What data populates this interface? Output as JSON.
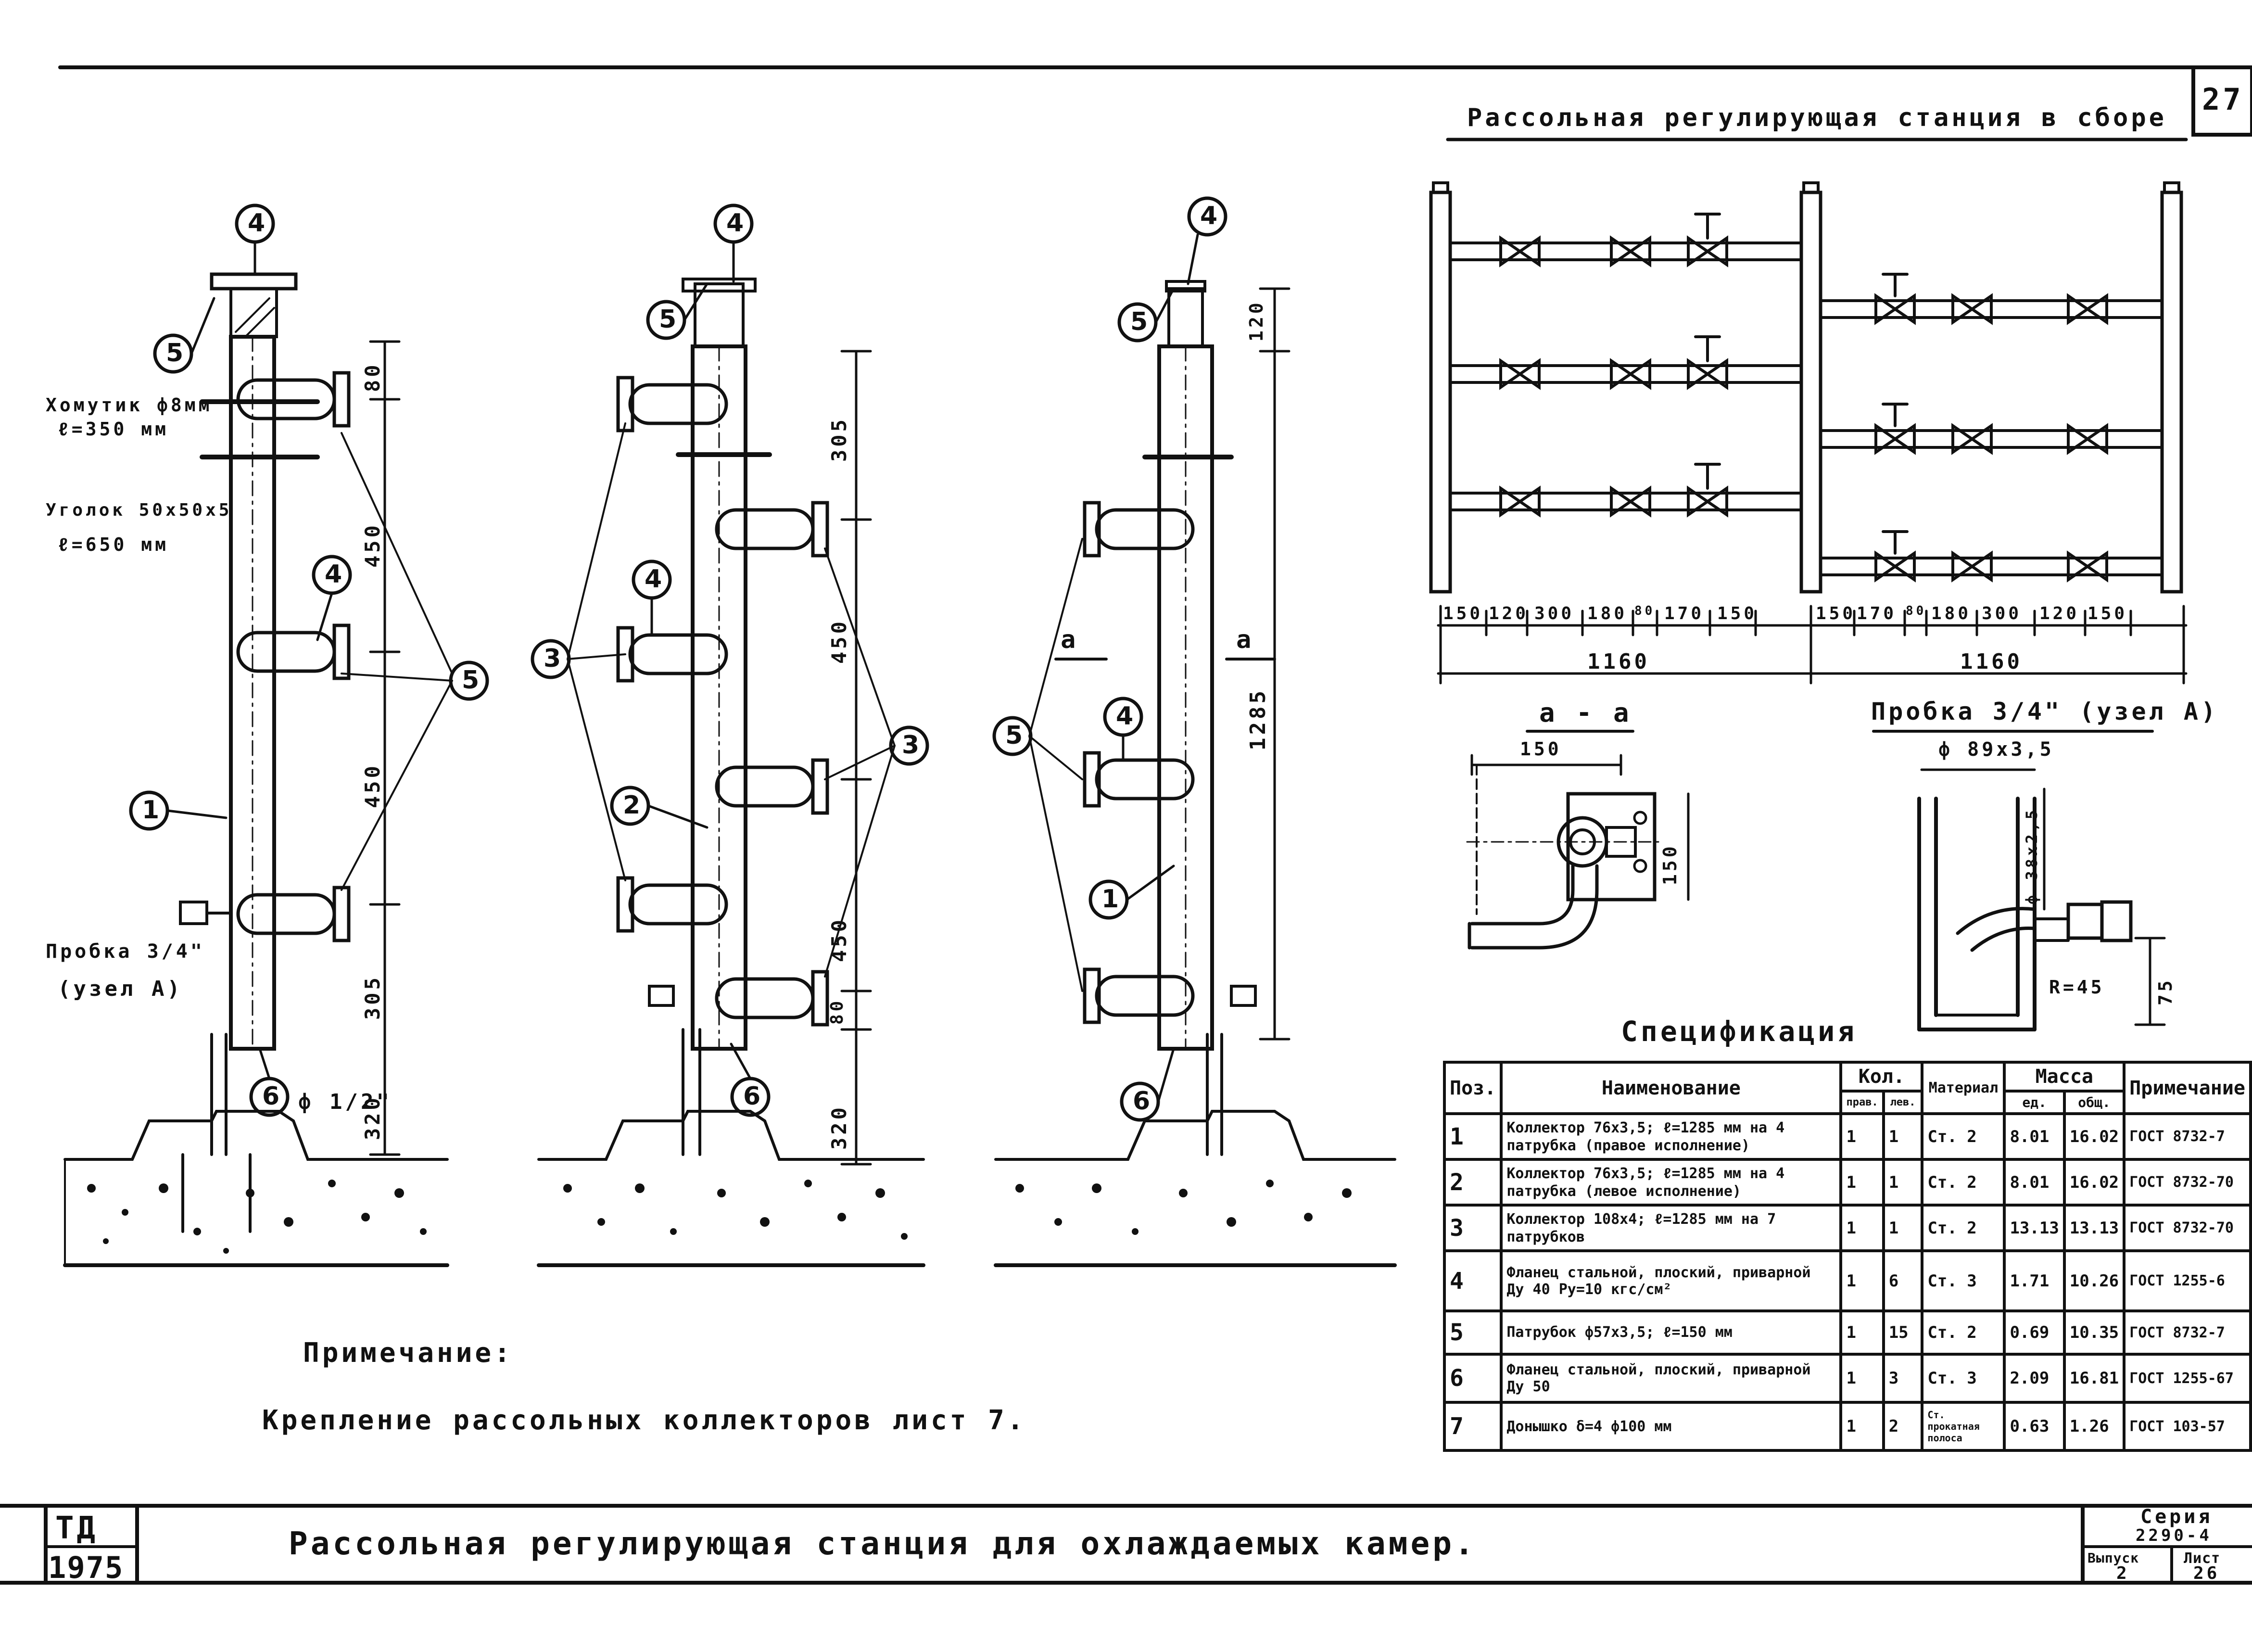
{
  "sheet_number": "27",
  "assembly": {
    "title": "Рассольная регулирующая станция в сборе",
    "dims_top": [
      "150",
      "120",
      "300",
      "180",
      "80",
      "170",
      "150",
      "150",
      "170",
      "80",
      "180",
      "300",
      "120",
      "150"
    ],
    "dims_total": [
      "1160",
      "1160"
    ]
  },
  "section_aa": {
    "label": "а - а",
    "dims": [
      "150",
      "150"
    ]
  },
  "plug_detail": {
    "label": "Пробка 3/4\" (узел А)",
    "dims": [
      "ф 89х3,5",
      "ф 38х2,5",
      "R=45",
      "75"
    ]
  },
  "left_view": {
    "labels": {
      "clamp": "Хомутик ф8мм",
      "clamp_len": "ℓ=350 мм",
      "angle": "Уголок 50х50х5",
      "angle_len": "ℓ=650 мм",
      "plug": "Пробка 3/4\"",
      "plug_node": "(узел А)",
      "pipe_half": "ф 1/2\""
    },
    "dims": [
      "80",
      "450",
      "450",
      "305",
      "320"
    ]
  },
  "middle_view": {
    "dims": [
      "305",
      "450",
      "450",
      "80",
      "320"
    ]
  },
  "right_view": {
    "dims": [
      "120",
      "1285"
    ],
    "section_mark_left": "а",
    "section_mark_right": "а"
  },
  "callouts": [
    "1",
    "2",
    "3",
    "4",
    "5",
    "6"
  ],
  "note": {
    "heading": "Примечание:",
    "text": "Крепление рассольных коллекторов лист 7."
  },
  "spec": {
    "title": "Спецификация",
    "headers": {
      "pos": "Поз.",
      "name": "Наименование",
      "qty": "Кол.",
      "qty_right": "прав.",
      "qty_left": "лев.",
      "material": "Материал",
      "mass": "Масса",
      "mass_unit": "ед.",
      "mass_total": "общ.",
      "note": "Примечание"
    },
    "rows": [
      {
        "pos": "1",
        "name": "Коллектор 76х3,5; ℓ=1285 мм на 4 патрубка (правое исполнение)",
        "q1": "1",
        "q2": "1",
        "mat": "Ст. 2",
        "m1": "8.01",
        "m2": "16.02",
        "note": "ГОСТ 8732-7"
      },
      {
        "pos": "2",
        "name": "Коллектор 76х3,5; ℓ=1285 мм на 4 патрубка (левое исполнение)",
        "q1": "1",
        "q2": "1",
        "mat": "Ст. 2",
        "m1": "8.01",
        "m2": "16.02",
        "note": "ГОСТ 8732-70"
      },
      {
        "pos": "3",
        "name": "Коллектор 108х4; ℓ=1285 мм на 7 патрубков",
        "q1": "1",
        "q2": "1",
        "mat": "Ст. 2",
        "m1": "13.13",
        "m2": "13.13",
        "note": "ГОСТ 8732-70"
      },
      {
        "pos": "4",
        "name": "Фланец стальной, плоский, приварной Ду 40 Ру=10 кгс/см²",
        "q1": "1",
        "q2": "6",
        "mat": "Ст. 3",
        "m1": "1.71",
        "m2": "10.26",
        "note": "ГОСТ 1255-6"
      },
      {
        "pos": "5",
        "name": "Патрубок ф57х3,5; ℓ=150 мм",
        "q1": "1",
        "q2": "15",
        "mat": "Ст. 2",
        "m1": "0.69",
        "m2": "10.35",
        "note": "ГОСТ 8732-7"
      },
      {
        "pos": "6",
        "name": "Фланец стальной, плоский, приварной Ду 50",
        "q1": "1",
        "q2": "3",
        "mat": "Ст. 3",
        "m1": "2.09",
        "m2": "16.81",
        "note": "ГОСТ 1255-67"
      },
      {
        "pos": "7",
        "name": "Донышко δ=4 ф100 мм",
        "q1": "1",
        "q2": "2",
        "mat": "Ст. прокатная полоса",
        "m1": "0.63",
        "m2": "1.26",
        "note": "ГОСТ 103-57"
      }
    ]
  },
  "titleblock": {
    "org": "ТД",
    "year": "1975",
    "title": "Рассольная регулирующая станция для охлаждаемых камер.",
    "series_label": "Серия",
    "series_value": "2290-4",
    "issue_label": "Выпуск",
    "issue_value": "2",
    "sheet_label": "Лист",
    "sheet_value": "26"
  }
}
